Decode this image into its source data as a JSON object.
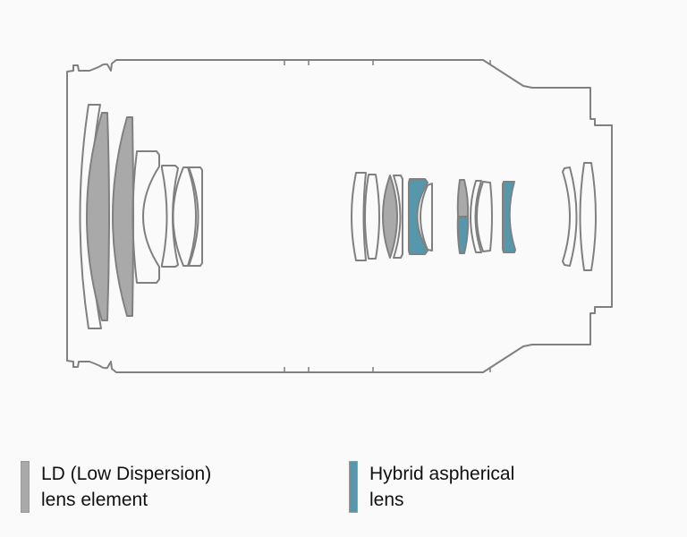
{
  "colors": {
    "outline": "#808080",
    "ld": "#a8a9a8",
    "hybrid": "#5797ab",
    "background": "#fafafa"
  },
  "legend": [
    {
      "label_line1": "LD (Low Dispersion)",
      "label_line2": "lens element",
      "color": "#a8a9a8"
    },
    {
      "label_line1": "Hybrid aspherical",
      "label_line2": "lens",
      "color": "#5797ab"
    }
  ]
}
